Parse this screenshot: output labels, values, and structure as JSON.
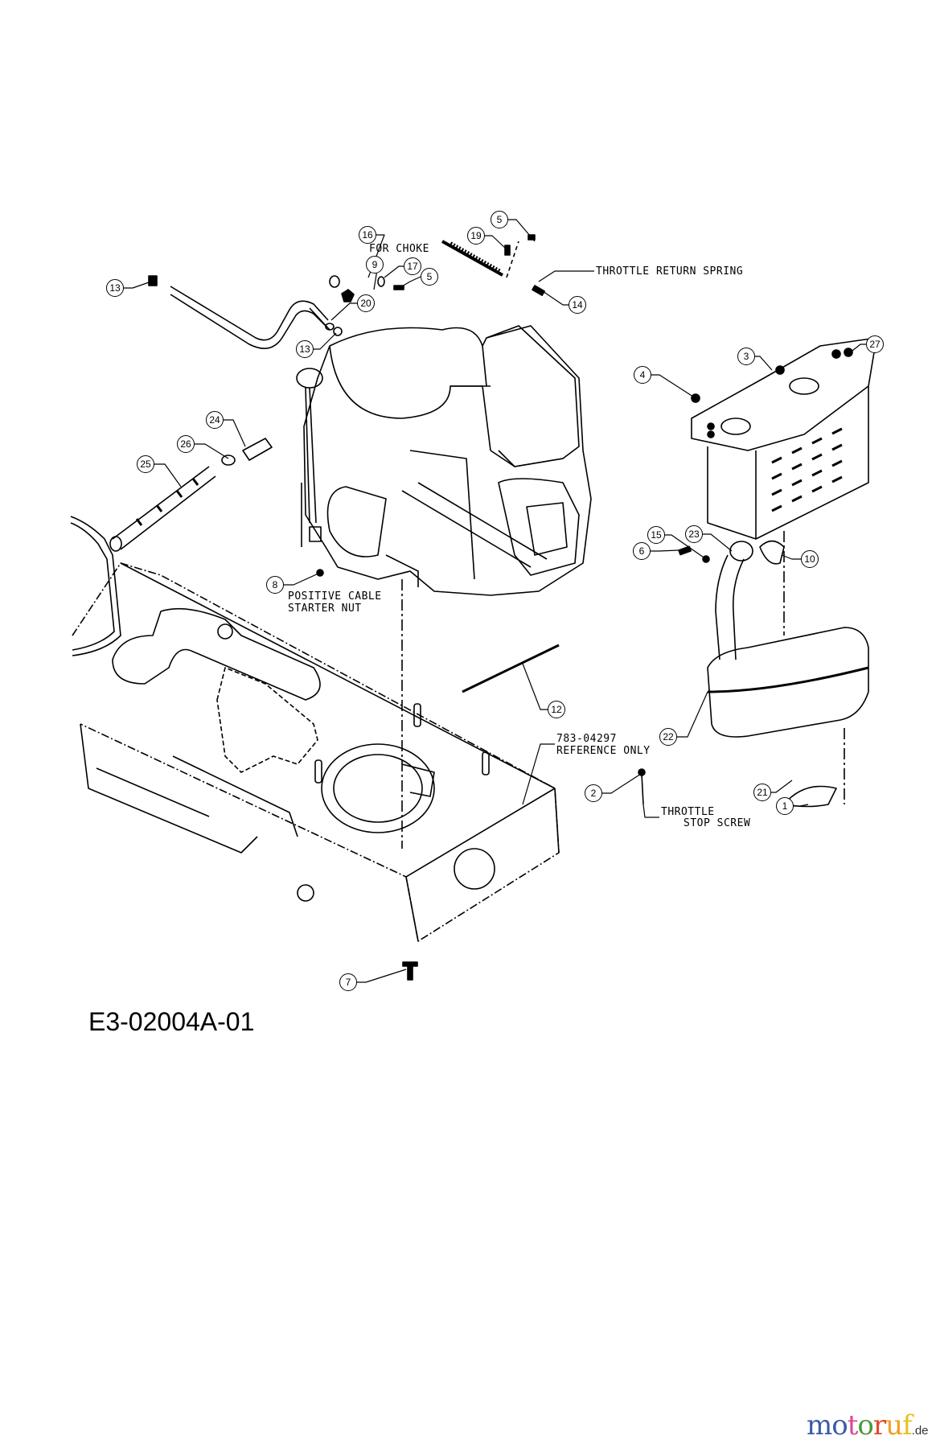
{
  "diagram": {
    "code": "E3-02004A-01",
    "notes": {
      "for_choke": "FOR CHOKE",
      "throttle_return_spring": "THROTTLE RETURN SPRING",
      "positive_cable_1": "POSITIVE CABLE",
      "positive_cable_2": "STARTER NUT",
      "reference_1": "783-04297",
      "reference_2": "REFERENCE ONLY",
      "throttle_stop_1": "THROTTLE",
      "throttle_stop_2": "STOP SCREW"
    },
    "callouts": [
      "16",
      "19",
      "5",
      "9",
      "17",
      "5",
      "20",
      "13",
      "13",
      "14",
      "3",
      "27",
      "4",
      "24",
      "26",
      "25",
      "15",
      "23",
      "6",
      "10",
      "8",
      "12",
      "22",
      "2",
      "21",
      "1",
      "7"
    ]
  },
  "brand": {
    "letters": [
      "m",
      "o",
      "t",
      "o",
      "r",
      "u",
      "f"
    ],
    "suffix": ".de",
    "colors": [
      "#3b5aa8",
      "#3b5aa8",
      "#e0458f",
      "#4a9a3a",
      "#e04a2a",
      "#f0a020",
      "#e8c020"
    ]
  }
}
